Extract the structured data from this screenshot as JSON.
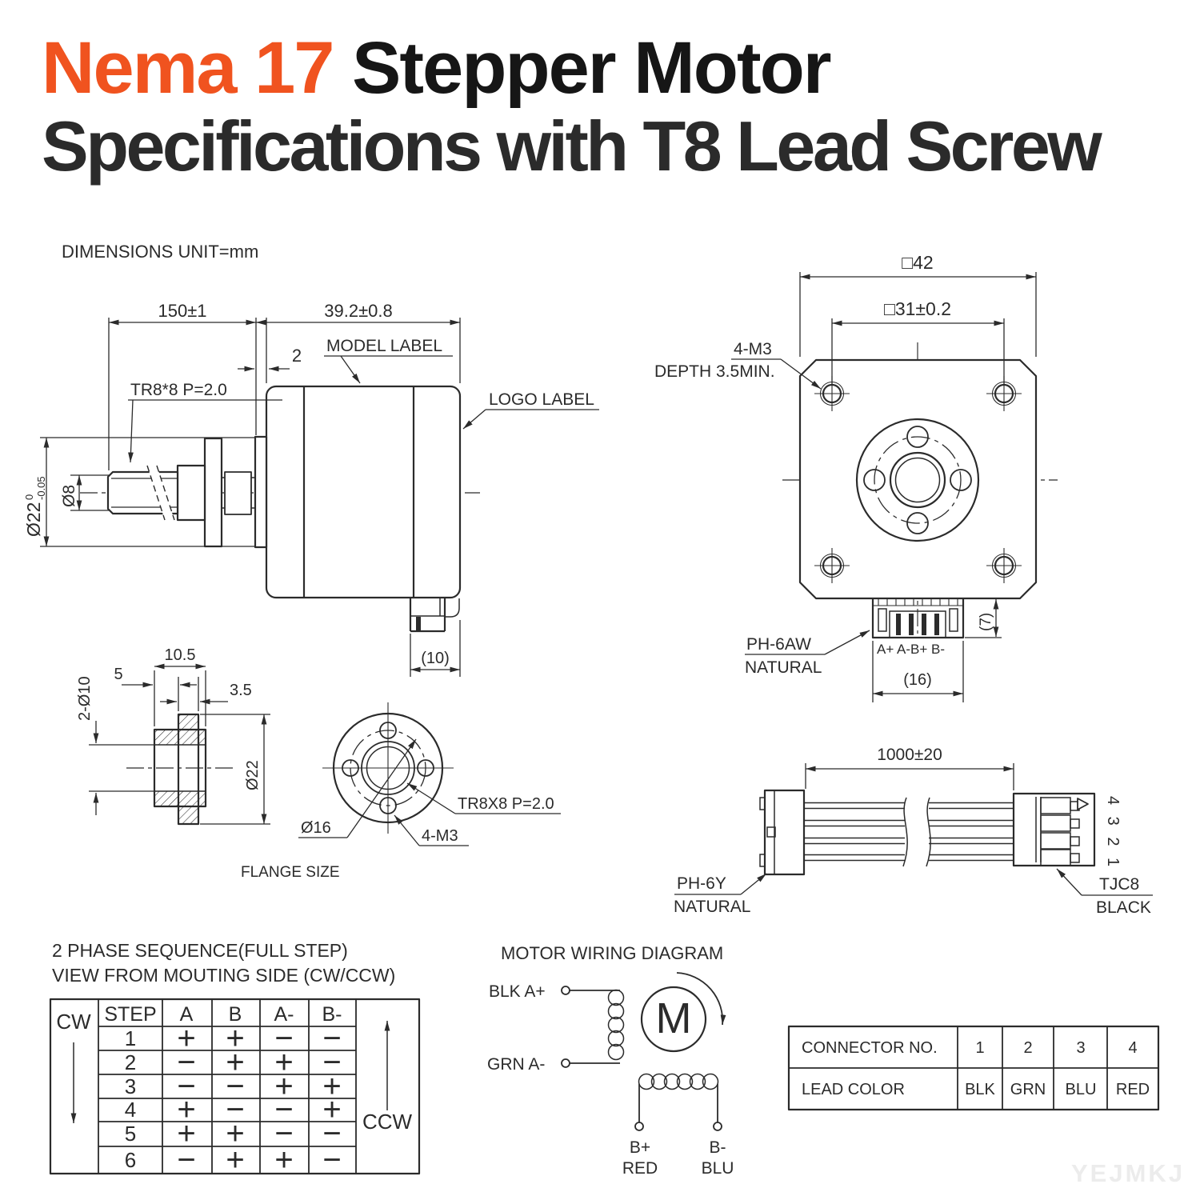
{
  "title": {
    "line1_accent": "Nema 17",
    "line1_rest": " Stepper Motor",
    "line2": "Specifications with T8 Lead Screw",
    "accent_color": "#F0531F"
  },
  "note": "DIMENSIONS UNIT=mm",
  "side_view": {
    "dim_shaft_length": "150±1",
    "dim_body_length": "39.2±0.8",
    "dim_boss_thickness": "2",
    "model_label": "MODEL LABEL",
    "logo_label": "LOGO LABEL",
    "thread_label": "TR8*8 P=2.0",
    "dia_boss": "Ø22",
    "dia_boss_tol_hi": "0",
    "dia_boss_tol_lo": "-0.05",
    "dia_shaft": "Ø8",
    "dim_connector_width": "(10)"
  },
  "front_view": {
    "dim_width": "□42",
    "dim_bolt_spacing": "□31±0.2",
    "m3_label": "4-M3",
    "m3_depth": "DEPTH 3.5MIN.",
    "connector_name": "PH-6AW",
    "connector_color": "NATURAL",
    "pin_labels": "A+  A-B+  B-",
    "dim_connector": "(16)",
    "dim_connector_height": "(7)"
  },
  "flange": {
    "dim_length": "10.5",
    "dim_offset": "5",
    "dim_thickness": "3.5",
    "dim_holes": "2-Ø10",
    "dia_outer": "Ø22",
    "dia_bolt_circle": "Ø16",
    "thread_label": "TR8X8 P=2.0",
    "holes_label": "4-M3",
    "caption": "FLANGE SIZE"
  },
  "cable": {
    "dim_length": "1000±20",
    "left_name": "PH-6Y",
    "left_color": "NATURAL",
    "right_name": "TJC8",
    "right_color": "BLACK",
    "pin_numbers": "4 3 2 1"
  },
  "phase": {
    "title_line1": "2 PHASE SEQUENCE(FULL STEP)",
    "title_line2": "VIEW FROM MOUTING SIDE (CW/CCW)",
    "cw": "CW",
    "ccw": "CCW",
    "headers": [
      "STEP",
      "A",
      "B",
      "A-",
      "B-"
    ],
    "rows": [
      {
        "step": "1",
        "a": "+",
        "b": "+",
        "am": "−",
        "bm": "−"
      },
      {
        "step": "2",
        "a": "−",
        "b": "+",
        "am": "+",
        "bm": "−"
      },
      {
        "step": "3",
        "a": "−",
        "b": "−",
        "am": "+",
        "bm": "+"
      },
      {
        "step": "4",
        "a": "+",
        "b": "−",
        "am": "−",
        "bm": "+"
      },
      {
        "step": "5",
        "a": "+",
        "b": "+",
        "am": "−",
        "bm": "−"
      },
      {
        "step": "6",
        "a": "−",
        "b": "+",
        "am": "+",
        "bm": "−"
      }
    ]
  },
  "wiring": {
    "title": "MOTOR WIRING  DIAGRAM",
    "phase_a_plus": "BLK  A+",
    "phase_a_minus": "GRN  A-",
    "motor_symbol": "M",
    "b_plus": "B+",
    "b_plus_color": "RED",
    "b_minus": "B-",
    "b_minus_color": "BLU"
  },
  "connector_table": {
    "row1_label": "CONNECTOR NO.",
    "row2_label": "LEAD COLOR",
    "numbers": [
      "1",
      "2",
      "3",
      "4"
    ],
    "colors": [
      "BLK",
      "GRN",
      "BLU",
      "RED"
    ]
  },
  "watermark": "YEJMKJ"
}
